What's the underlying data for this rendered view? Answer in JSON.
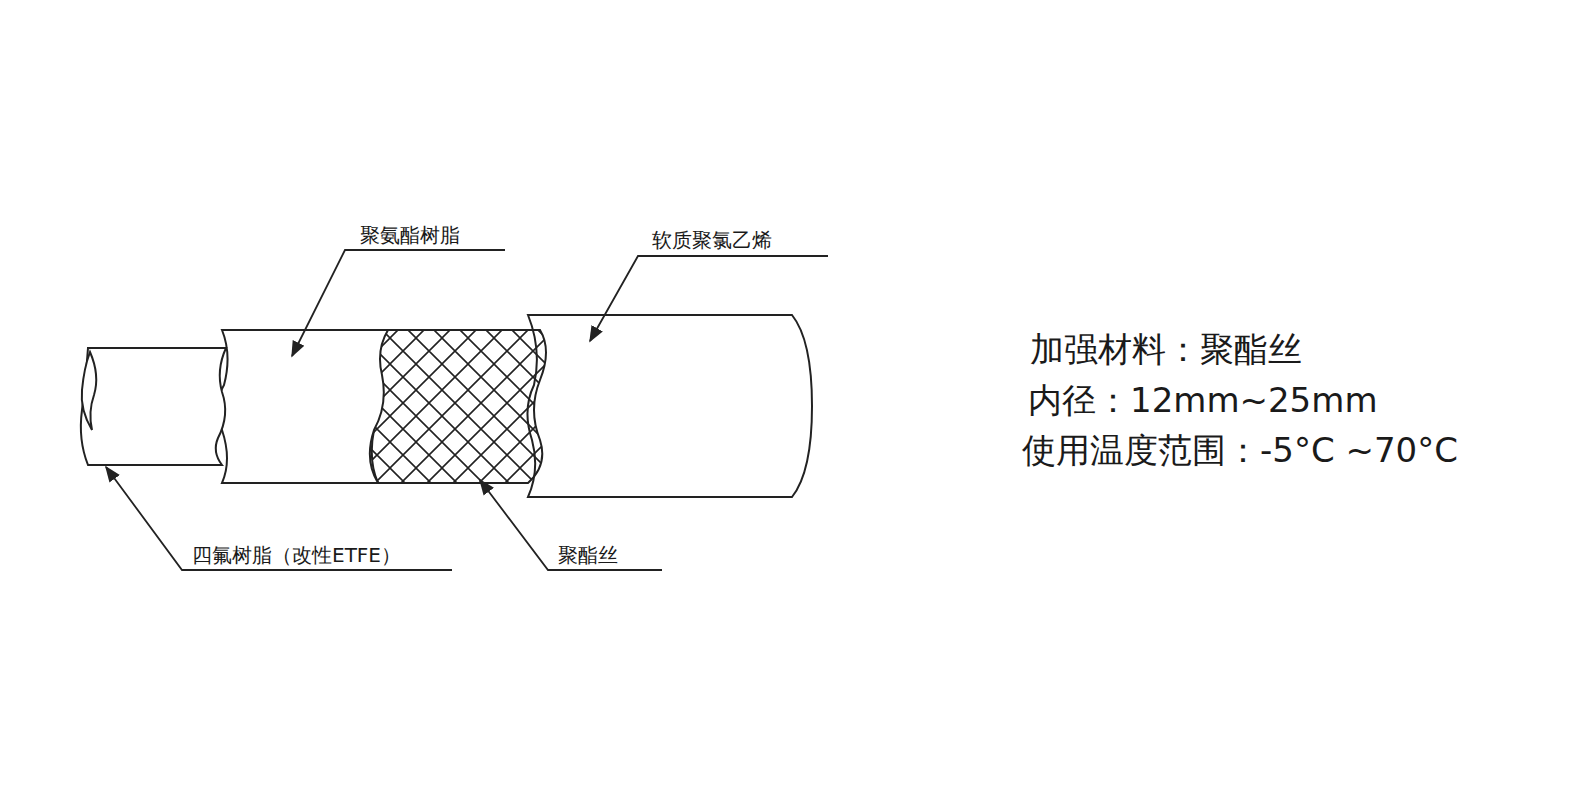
{
  "diagram": {
    "labels": [
      "聚氨酯树脂",
      "软质聚氯乙烯",
      "四氟树脂（改性ETFE）",
      "聚酯丝",
      "加强材料：聚酯丝",
      "内径：12mm~25mm",
      "使用温度范围：-5°C ~70°C"
    ]
  }
}
